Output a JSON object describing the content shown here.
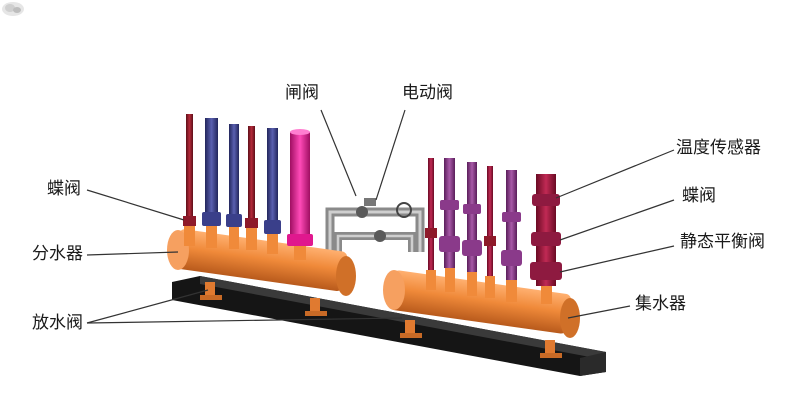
{
  "labels": {
    "gate_valve": "闸阀",
    "electric_valve": "电动阀",
    "temp_sensor": "温度传感器",
    "butterfly_left": "蝶阀",
    "butterfly_right": "蝶阀",
    "static_balance_valve": "静态平衡阀",
    "water_distributor": "分水器",
    "water_collector": "集水器",
    "drain_valve": "放水阀"
  },
  "colors": {
    "background": "#ffffff",
    "header_orange": "#f08a3a",
    "pipe_dark_red": "#8e1a2a",
    "pipe_navy": "#3a3f8a",
    "pipe_magenta": "#e0188e",
    "pipe_purple": "#8a3a8a",
    "valve_gray": "#9a9a9a",
    "base_black": "#151515",
    "leader_line": "#333333"
  }
}
